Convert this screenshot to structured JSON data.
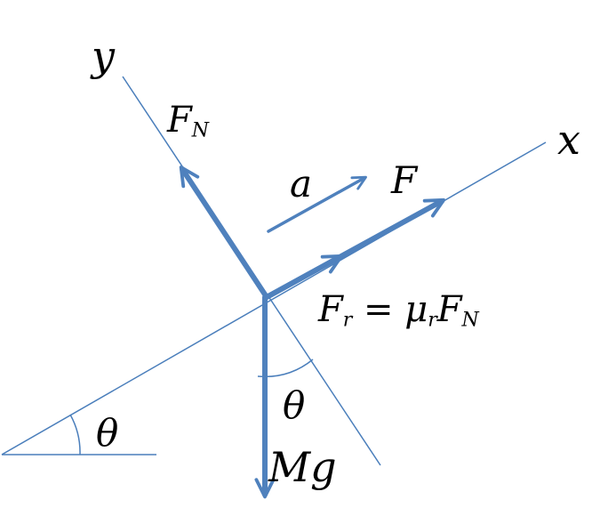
{
  "colors": {
    "axis": "#4a7ebb",
    "vector": "#4f81bd",
    "text": "#000000"
  },
  "labels": {
    "y_axis": "y",
    "x_axis": "x",
    "normal_force_main": "F",
    "normal_force_sub": "N",
    "acceleration": "a",
    "applied_force": "F",
    "friction_lhs_main": "F",
    "friction_lhs_sub": "r",
    "friction_eq": " = ",
    "friction_mu": "μ",
    "friction_mu_sub": "r",
    "friction_rhs_main": "F",
    "friction_rhs_sub": "N",
    "angle_incline": "θ",
    "angle_weight": "θ",
    "weight": "Mg"
  }
}
